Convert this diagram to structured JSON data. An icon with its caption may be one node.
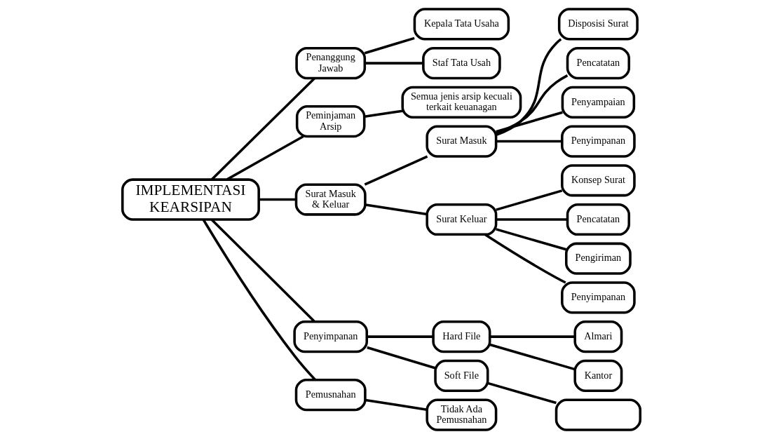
{
  "diagram": {
    "nodes": [
      {
        "text": [
          "IMPLEMENTASI KEARSIPAN"
        ]
      },
      {
        "text": [
          "Penanggung Jawab"
        ]
      },
      {
        "text": [
          "Kepala Tata Usaha"
        ]
      },
      {
        "text": [
          "Staf Tata Usah"
        ]
      },
      {
        "text": [
          "Peminjaman Arsip"
        ]
      },
      {
        "text": [
          "Semua jenis arsip kecuali terkait keuanagan"
        ]
      },
      {
        "text": [
          "Surat Masuk & Keluar"
        ]
      },
      {
        "text": [
          "Surat Masuk"
        ]
      },
      {
        "text": [
          "Disposisi Surat"
        ]
      },
      {
        "text": [
          "Pencatatan"
        ]
      },
      {
        "text": [
          "Penyampaian"
        ]
      },
      {
        "text": [
          "Penyimpanan"
        ]
      },
      {
        "text": [
          "Surat Keluar"
        ]
      },
      {
        "text": [
          "Konsep Surat"
        ]
      },
      {
        "text": [
          "Pencatatan"
        ]
      },
      {
        "text": [
          "Pengiriman"
        ]
      },
      {
        "text": [
          "Penyimpanan"
        ]
      },
      {
        "text": [
          "Penyimpanan"
        ]
      },
      {
        "text": [
          "Hard File"
        ]
      },
      {
        "text": [
          "Almari"
        ]
      },
      {
        "text": [
          "Kantor"
        ]
      },
      {
        "text": [
          "Soft File"
        ]
      },
      {
        "text": [],
        "shape": "box"
      },
      {
        "text": [
          "Pemusnahan"
        ]
      },
      {
        "text": [
          "Tidak Ada Pemusnahan"
        ]
      }
    ],
    "edges": [
      {
        "from": 0,
        "to": 1,
        "arrow": "none"
      },
      {
        "from": 1,
        "to": 2,
        "arrow": "none"
      },
      {
        "from": 1,
        "to": 3,
        "arrow": "none"
      },
      {
        "from": 0,
        "to": 4,
        "arrow": "none"
      },
      {
        "from": 4,
        "to": 5,
        "arrow": "none"
      },
      {
        "from": 0,
        "to": 6,
        "arrow": "none"
      },
      {
        "from": 6,
        "to": 7,
        "arrow": "none"
      },
      {
        "from": 7,
        "to": 8,
        "arrow": "none"
      },
      {
        "from": 7,
        "to": 9,
        "arrow": "none"
      },
      {
        "from": 7,
        "to": 10,
        "arrow": "none"
      },
      {
        "from": 7,
        "to": 11,
        "arrow": "none"
      },
      {
        "from": 6,
        "to": 12,
        "arrow": "none"
      },
      {
        "from": 12,
        "to": 13,
        "arrow": "none"
      },
      {
        "from": 12,
        "to": 14,
        "arrow": "none"
      },
      {
        "from": 12,
        "to": 15,
        "arrow": "none"
      },
      {
        "from": 12,
        "to": 16,
        "arrow": "none"
      },
      {
        "from": 0,
        "to": 17,
        "arrow": "none"
      },
      {
        "from": 17,
        "to": 18,
        "arrow": "none"
      },
      {
        "from": 18,
        "to": 19,
        "arrow": "none"
      },
      {
        "from": 18,
        "to": 20,
        "arrow": "none"
      },
      {
        "from": 17,
        "to": 21,
        "arrow": "none"
      },
      {
        "from": 21,
        "to": 22,
        "arrow": "none"
      },
      {
        "from": 0,
        "to": 23,
        "arrow": "none"
      },
      {
        "from": 23,
        "to": 24,
        "arrow": "none"
      }
    ]
  }
}
